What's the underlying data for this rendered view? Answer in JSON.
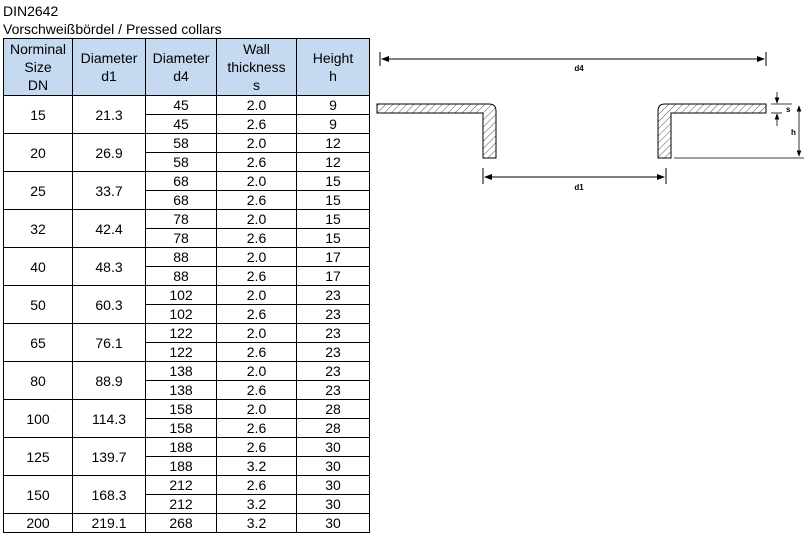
{
  "title": "DIN2642",
  "subtitle": "Vorschweißbördel / Pressed collars",
  "headers": {
    "dn": [
      "Norminal",
      "Size",
      "DN"
    ],
    "d1": [
      "Diameter",
      "d1"
    ],
    "d4": [
      "Diameter",
      "d4"
    ],
    "s": [
      "Wall",
      "thickness",
      "s"
    ],
    "h": [
      "Height",
      "h"
    ]
  },
  "groups": [
    {
      "dn": "15",
      "d1": "21.3",
      "rows": [
        {
          "d4": "45",
          "s": "2.0",
          "h": "9"
        },
        {
          "d4": "45",
          "s": "2.6",
          "h": "9"
        }
      ]
    },
    {
      "dn": "20",
      "d1": "26.9",
      "rows": [
        {
          "d4": "58",
          "s": "2.0",
          "h": "12"
        },
        {
          "d4": "58",
          "s": "2.6",
          "h": "12"
        }
      ]
    },
    {
      "dn": "25",
      "d1": "33.7",
      "rows": [
        {
          "d4": "68",
          "s": "2.0",
          "h": "15"
        },
        {
          "d4": "68",
          "s": "2.6",
          "h": "15"
        }
      ]
    },
    {
      "dn": "32",
      "d1": "42.4",
      "rows": [
        {
          "d4": "78",
          "s": "2.0",
          "h": "15"
        },
        {
          "d4": "78",
          "s": "2.6",
          "h": "15"
        }
      ]
    },
    {
      "dn": "40",
      "d1": "48.3",
      "rows": [
        {
          "d4": "88",
          "s": "2.0",
          "h": "17"
        },
        {
          "d4": "88",
          "s": "2.6",
          "h": "17"
        }
      ]
    },
    {
      "dn": "50",
      "d1": "60.3",
      "rows": [
        {
          "d4": "102",
          "s": "2.0",
          "h": "23"
        },
        {
          "d4": "102",
          "s": "2.6",
          "h": "23"
        }
      ]
    },
    {
      "dn": "65",
      "d1": "76.1",
      "rows": [
        {
          "d4": "122",
          "s": "2.0",
          "h": "23"
        },
        {
          "d4": "122",
          "s": "2.6",
          "h": "23"
        }
      ]
    },
    {
      "dn": "80",
      "d1": "88.9",
      "rows": [
        {
          "d4": "138",
          "s": "2.0",
          "h": "23"
        },
        {
          "d4": "138",
          "s": "2.6",
          "h": "23"
        }
      ]
    },
    {
      "dn": "100",
      "d1": "114.3",
      "rows": [
        {
          "d4": "158",
          "s": "2.0",
          "h": "28"
        },
        {
          "d4": "158",
          "s": "2.6",
          "h": "28"
        }
      ]
    },
    {
      "dn": "125",
      "d1": "139.7",
      "rows": [
        {
          "d4": "188",
          "s": "2.6",
          "h": "30"
        },
        {
          "d4": "188",
          "s": "3.2",
          "h": "30"
        }
      ]
    },
    {
      "dn": "150",
      "d1": "168.3",
      "rows": [
        {
          "d4": "212",
          "s": "2.6",
          "h": "30"
        },
        {
          "d4": "212",
          "s": "3.2",
          "h": "30"
        }
      ]
    },
    {
      "dn": "200",
      "d1": "219.1",
      "rows": [
        {
          "d4": "268",
          "s": "3.2",
          "h": "30"
        }
      ]
    }
  ],
  "drawing": {
    "label_d4": "d4",
    "label_d1": "d1",
    "label_s": "s",
    "label_h": "h"
  },
  "colors": {
    "header_bg": "#c5d9f1",
    "hatch": "#555555"
  }
}
